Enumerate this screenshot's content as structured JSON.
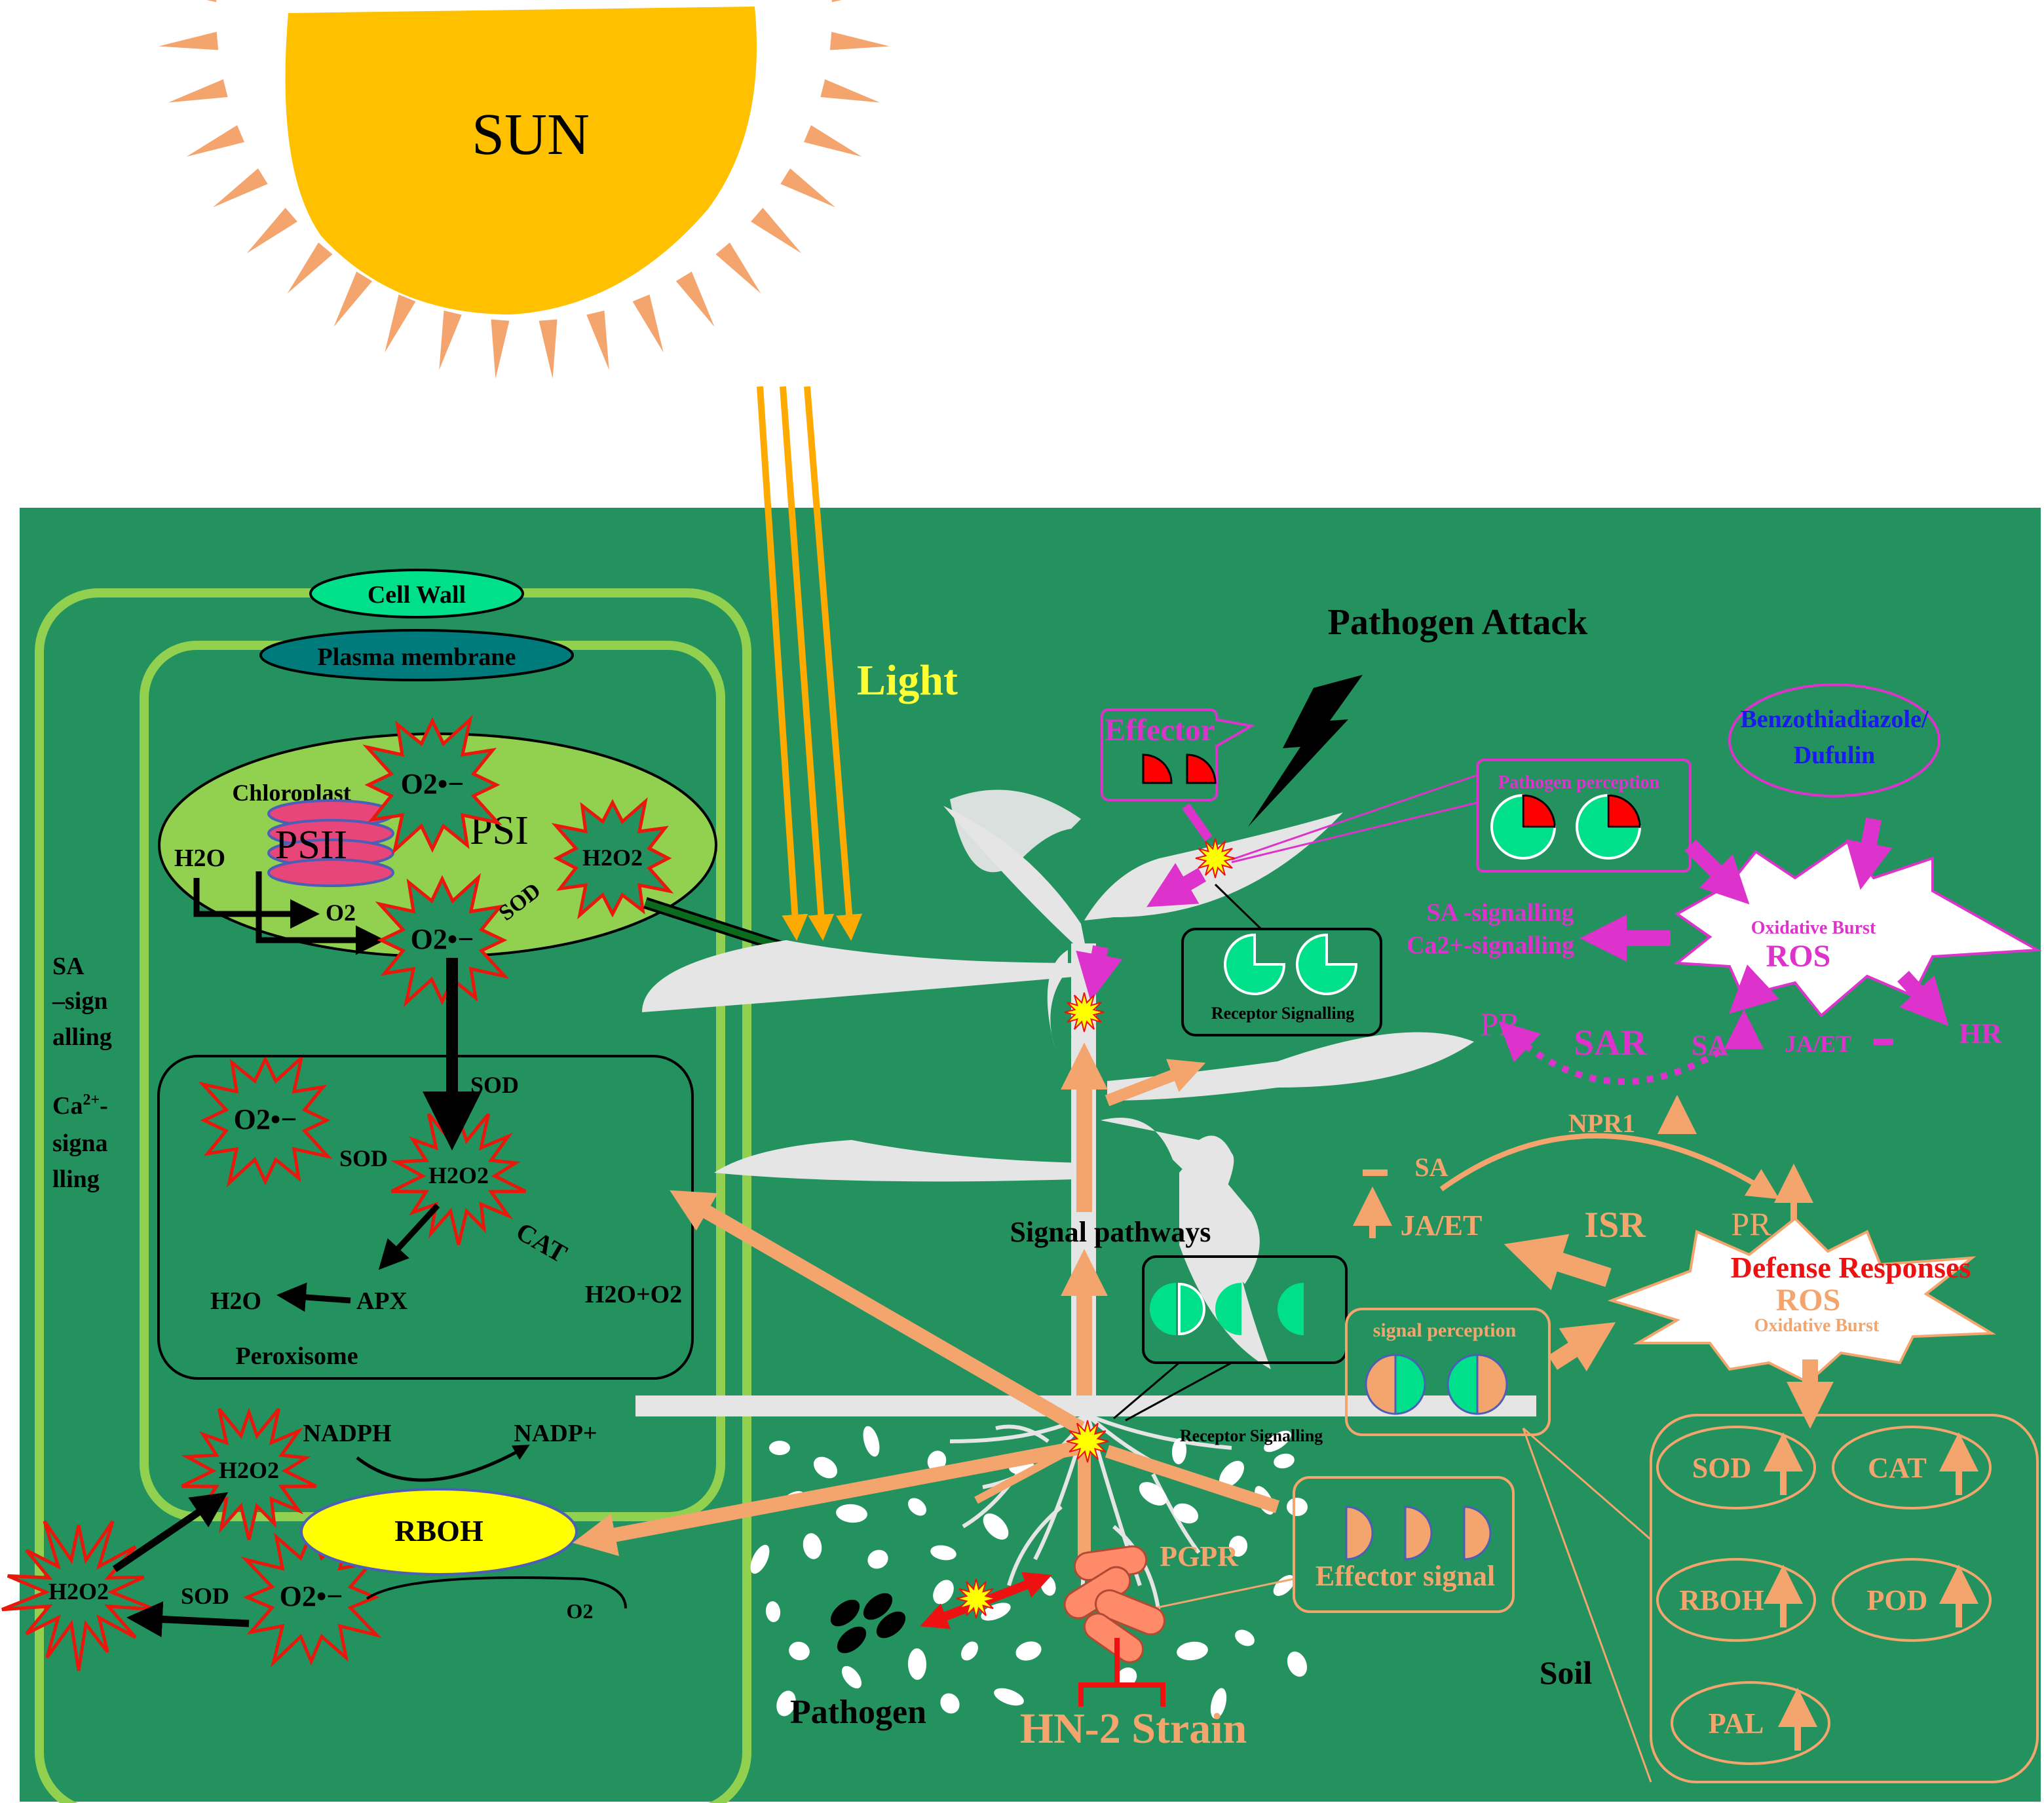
{
  "sun": {
    "label": "SUN",
    "color": "#ffc000",
    "ray_color": "#f4a56e"
  },
  "colors": {
    "background": "#23925f",
    "cell_line": "#92d050",
    "chloroplast": "#92d050",
    "ros_fill": "#23925f",
    "ros_stroke": "#e8180c",
    "peach": "#f4a56e",
    "magenta": "#dd33cc",
    "yellow_text": "#ffff33",
    "blue_text": "#1a1aee",
    "red_text": "#ee1111",
    "plant": "#e5e5e5"
  },
  "labels": {
    "light": "Light",
    "cell_wall": "Cell Wall",
    "plasma_membrane": "Plasma membrane",
    "chloroplast": "Chloroplast",
    "psii": "PSII",
    "psi": "PSI",
    "h2o_in": "H2O",
    "o2_out": "O2",
    "o2_radical": "O2•−",
    "h2o2": "H2O2",
    "sod": "SOD",
    "cat": "CAT",
    "apx": "APX",
    "h2o": "H2O",
    "h2o_o2": "H2O+O2",
    "peroxisome": "Peroxisome",
    "nadph": "NADPH",
    "nadp": "NADP+",
    "rboh": "RBOH",
    "o2": "O2",
    "sa_signalling": "SA –signalling",
    "ca_signalling": "Ca2+-signalling",
    "pathogen_attack": "Pathogen Attack",
    "effector": "Effector",
    "pathogen_perception": "Pathogen perception",
    "receptor_signalling": "Receptor Signalling",
    "benzothiadiazole": "Benzothiadiazole/",
    "dufulin": "Dufulin",
    "oxidative_burst": "Oxidative Burst",
    "ros": "ROS",
    "sa_sig_right": "SA -signalling",
    "ca_sig_right": "Ca2+-signalling",
    "pr": "PR",
    "sar": "SAR",
    "sa": "SA",
    "ja_et": "JA/ET",
    "hr": "HR",
    "npr1": "NPR1",
    "isr": "ISR",
    "defense_responses": "Defense Responses",
    "signal_pathways": "Signal pathways",
    "signal_perception": "signal perception",
    "pgpr": "PGPR",
    "effector_signal": "Effector signal",
    "pathogen": "Pathogen",
    "hn2_strain": "HN-2 Strain",
    "soil": "Soil",
    "enzymes": [
      "SOD",
      "CAT",
      "RBOH",
      "POD",
      "PAL"
    ]
  }
}
